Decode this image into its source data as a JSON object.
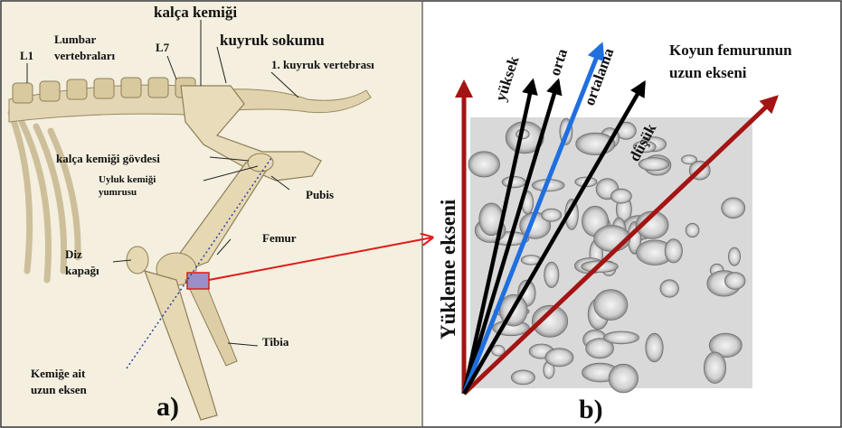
{
  "panel_a": {
    "letter": "a)",
    "labels": {
      "kalca_kemigi": "kalça kemiği",
      "lumbar_line1": "Lumbar",
      "lumbar_line2": "vertebraları",
      "l1": "L1",
      "l7": "L7",
      "kuyruk_sokumu": "kuyruk sokumu",
      "kuyruk_vertebrasi": "1. kuyruk vertebrası",
      "kalca_govdesi": "kalça kemiği gövdesi",
      "uyluk_line1": "Uyluk kemiği",
      "uyluk_line2": "yumrusu",
      "pubis": "Pubis",
      "femur": "Femur",
      "diz_line1": "Diz",
      "diz_line2": "kapağı",
      "tibia": "Tibia",
      "eksen_line1": "Kemiğe ait",
      "eksen_line2": "uzun eksen"
    }
  },
  "panel_b": {
    "letter": "b)",
    "labels": {
      "yukleme": "Yükleme ekseni",
      "koyun_line1": "Koyun femurunun",
      "koyun_line2": "uzun ekseni",
      "yuksek": "yüksek",
      "orta": "orta",
      "ortalama": "ortalama",
      "dusuk": "düşük"
    },
    "colors": {
      "loading_axis": "#a31414",
      "femur_axis": "#a31414",
      "black_arrows": "#000000",
      "mean_arrow": "#1f6fe0"
    }
  },
  "connector_color": "#e01b1b"
}
